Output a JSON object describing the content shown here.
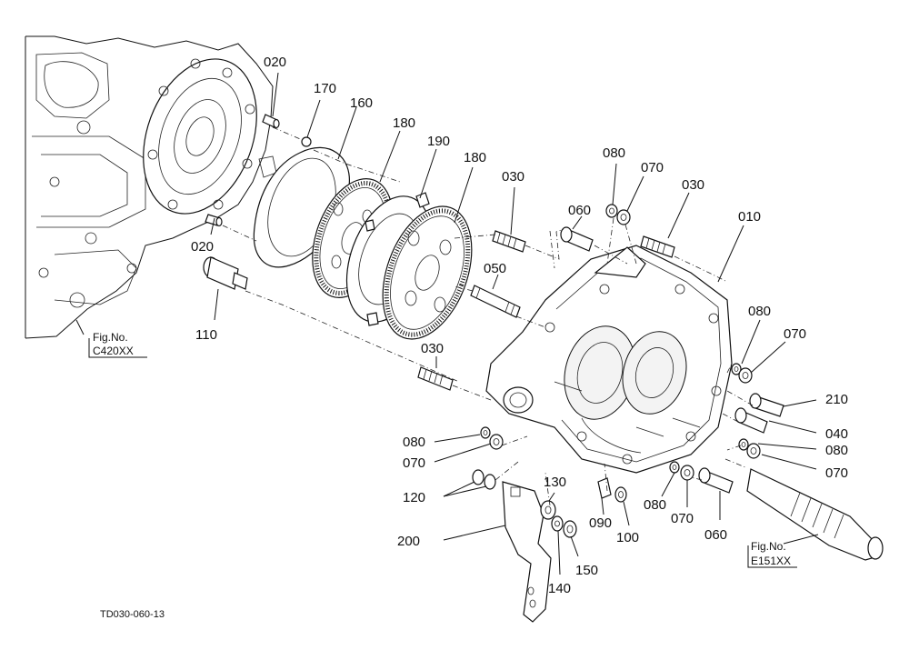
{
  "figure_code": "TD030-060-13",
  "references": [
    {
      "id": "ref-c420",
      "prefix": "Fig.No.",
      "code": "C420XX"
    },
    {
      "id": "ref-e151",
      "prefix": "Fig.No.",
      "code": "E151XX"
    }
  ],
  "callouts": [
    {
      "id": "c-020a",
      "text": "020"
    },
    {
      "id": "c-170",
      "text": "170"
    },
    {
      "id": "c-160",
      "text": "160"
    },
    {
      "id": "c-180a",
      "text": "180"
    },
    {
      "id": "c-190",
      "text": "190"
    },
    {
      "id": "c-180b",
      "text": "180"
    },
    {
      "id": "c-030a",
      "text": "030"
    },
    {
      "id": "c-080a",
      "text": "080"
    },
    {
      "id": "c-070a",
      "text": "070"
    },
    {
      "id": "c-030b",
      "text": "030"
    },
    {
      "id": "c-060a",
      "text": "060"
    },
    {
      "id": "c-010",
      "text": "010"
    },
    {
      "id": "c-020b",
      "text": "020"
    },
    {
      "id": "c-050",
      "text": "050"
    },
    {
      "id": "c-110",
      "text": "110"
    },
    {
      "id": "c-080b",
      "text": "080"
    },
    {
      "id": "c-070b",
      "text": "070"
    },
    {
      "id": "c-030c",
      "text": "030"
    },
    {
      "id": "c-210",
      "text": "210"
    },
    {
      "id": "c-040",
      "text": "040"
    },
    {
      "id": "c-080c",
      "text": "080"
    },
    {
      "id": "c-070c",
      "text": "070"
    },
    {
      "id": "c-080d",
      "text": "080"
    },
    {
      "id": "c-070d",
      "text": "070"
    },
    {
      "id": "c-130",
      "text": "130"
    },
    {
      "id": "c-120",
      "text": "120"
    },
    {
      "id": "c-090",
      "text": "090"
    },
    {
      "id": "c-100",
      "text": "100"
    },
    {
      "id": "c-080e",
      "text": "080"
    },
    {
      "id": "c-070e",
      "text": "070"
    },
    {
      "id": "c-060b",
      "text": "060"
    },
    {
      "id": "c-200",
      "text": "200"
    },
    {
      "id": "c-150",
      "text": "150"
    },
    {
      "id": "c-140",
      "text": "140"
    }
  ]
}
